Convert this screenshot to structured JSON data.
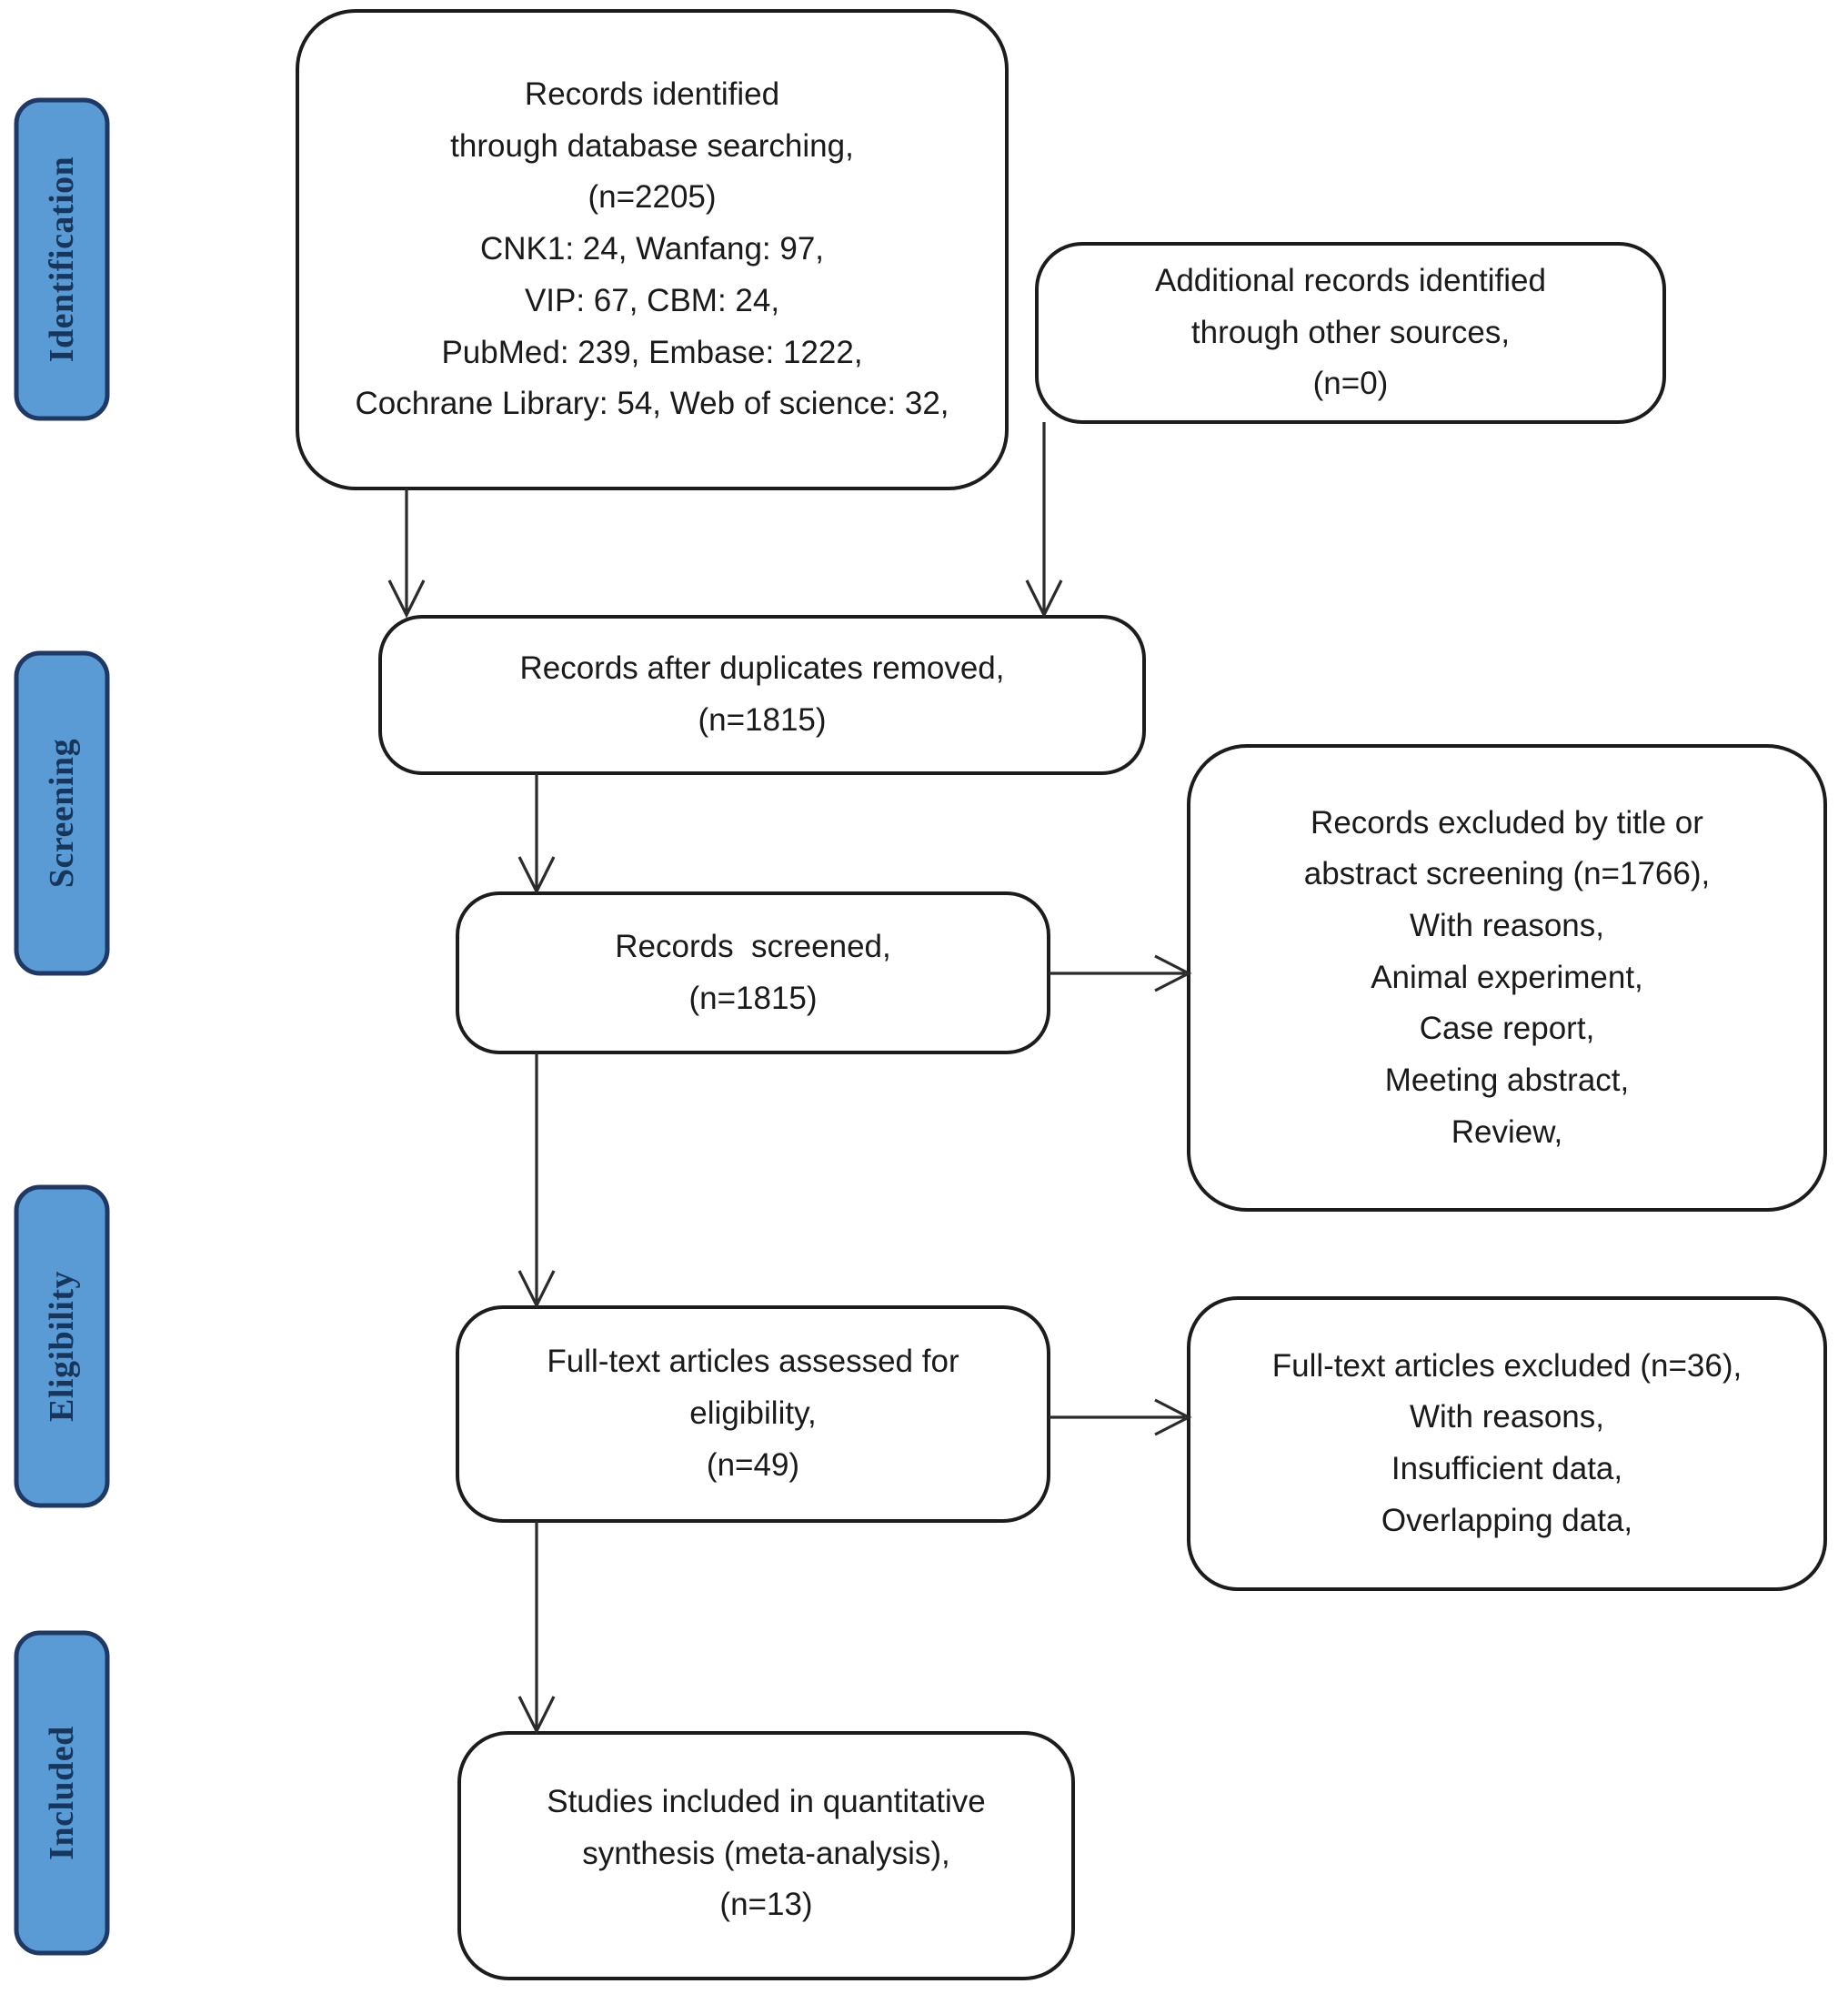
{
  "diagram": {
    "type": "prisma-flow-diagram",
    "accent_color": "#5B9BD5",
    "accent_border_color": "#1F3864",
    "box_border_color": "#1c1c1c",
    "label_text_color": "#17365D"
  },
  "stages": [
    {
      "id": "identification",
      "label": "Identification"
    },
    {
      "id": "screening",
      "label": "Screening"
    },
    {
      "id": "eligibility",
      "label": "Eligibility"
    },
    {
      "id": "included",
      "label": "Included"
    }
  ],
  "boxes": {
    "records_identified": {
      "lines": [
        "Records identified",
        "through database searching,",
        "(n=2205)",
        "CNK1: 24, Wanfang: 97,",
        "VIP: 67, CBM: 24,",
        "PubMed: 239, Embase: 1222,",
        "Cochrane Library: 54, Web of science: 32,"
      ],
      "count": "n=2205",
      "sources": [
        {
          "name": "CNK1",
          "value": 24
        },
        {
          "name": "Wanfang",
          "value": 97
        },
        {
          "name": "VIP",
          "value": 67
        },
        {
          "name": "CBM",
          "value": 24
        },
        {
          "name": "PubMed",
          "value": 239
        },
        {
          "name": "Embase",
          "value": 1222
        },
        {
          "name": "Cochrane Library",
          "value": 54
        },
        {
          "name": "Web of science",
          "value": 32
        }
      ]
    },
    "additional_records": {
      "lines": [
        "Additional records identified",
        "through other sources,",
        "(n=0)"
      ],
      "count": "n=0"
    },
    "duplicates_removed": {
      "lines": [
        "Records after duplicates removed,",
        "(n=1815)"
      ],
      "count": "n=1815"
    },
    "records_screened": {
      "lines": [
        "Records  screened,",
        "(n=1815)"
      ],
      "count": "n=1815"
    },
    "records_excluded": {
      "lines": [
        "Records excluded by title or",
        "abstract screening (n=1766),",
        "With reasons,",
        "Animal experiment,",
        "Case report,",
        "Meeting abstract,",
        "Review,"
      ],
      "count": "n=1766",
      "reasons": [
        "Animal experiment",
        "Case report",
        "Meeting abstract",
        "Review"
      ]
    },
    "fulltext_assessed": {
      "lines": [
        "Full-text articles assessed for",
        "eligibility,",
        "(n=49)"
      ],
      "count": "n=49"
    },
    "fulltext_excluded": {
      "lines": [
        "Full-text articles excluded (n=36),",
        "With reasons,",
        "Insufficient data,",
        "Overlapping data,"
      ],
      "count": "n=36",
      "reasons": [
        "Insufficient data",
        "Overlapping data"
      ]
    },
    "studies_included": {
      "lines": [
        "Studies included in quantitative",
        "synthesis (meta-analysis),",
        "(n=13)"
      ],
      "count": "n=13"
    }
  }
}
